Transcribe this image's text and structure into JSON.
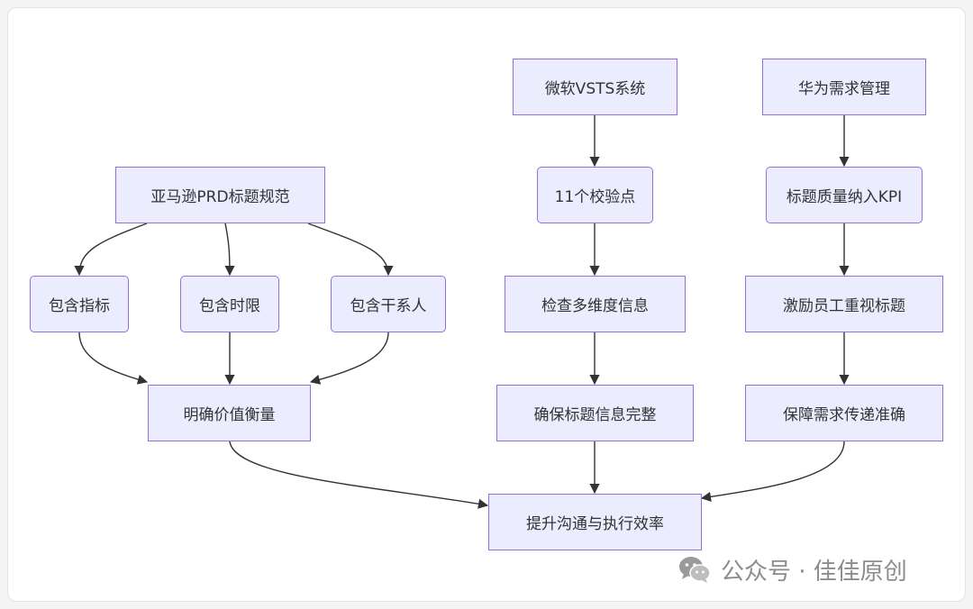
{
  "diagram": {
    "nodes": {
      "amazon_prd": "亚马逊PRD标题规范",
      "include_metrics": "包含指标",
      "include_deadline": "包含时限",
      "include_stakeholders": "包含干系人",
      "clarify_value": "明确价值衡量",
      "ms_vsts": "微软VSTS系统",
      "checkpoints": "11个校验点",
      "multi_dim_check": "检查多维度信息",
      "ensure_complete": "确保标题信息完整",
      "huawei_req": "华为需求管理",
      "kpi_quality": "标题质量纳入KPI",
      "incentive": "激励员工重视标题",
      "accurate_transfer": "保障需求传递准确",
      "improve_efficiency": "提升沟通与执行效率"
    },
    "edges": [
      [
        "amazon_prd",
        "include_metrics"
      ],
      [
        "amazon_prd",
        "include_deadline"
      ],
      [
        "amazon_prd",
        "include_stakeholders"
      ],
      [
        "include_metrics",
        "clarify_value"
      ],
      [
        "include_deadline",
        "clarify_value"
      ],
      [
        "include_stakeholders",
        "clarify_value"
      ],
      [
        "ms_vsts",
        "checkpoints"
      ],
      [
        "checkpoints",
        "multi_dim_check"
      ],
      [
        "multi_dim_check",
        "ensure_complete"
      ],
      [
        "huawei_req",
        "kpi_quality"
      ],
      [
        "kpi_quality",
        "incentive"
      ],
      [
        "incentive",
        "accurate_transfer"
      ],
      [
        "clarify_value",
        "improve_efficiency"
      ],
      [
        "ensure_complete",
        "improve_efficiency"
      ],
      [
        "accurate_transfer",
        "improve_efficiency"
      ]
    ],
    "colors": {
      "node_fill": "#ececff",
      "node_border": "#9370db",
      "edge": "#333333",
      "text": "#333333"
    }
  },
  "watermark": {
    "icon": "wechat-icon",
    "text": "公众号 · 佳佳原创"
  }
}
